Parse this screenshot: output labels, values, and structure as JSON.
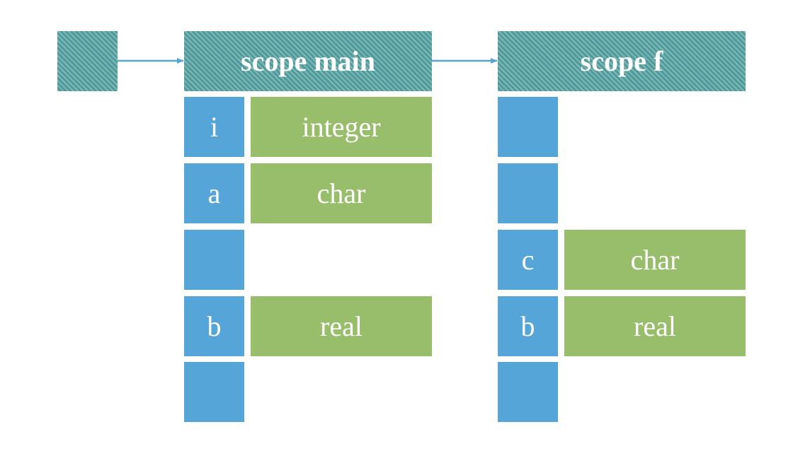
{
  "colors": {
    "header": "#4f9b9b",
    "name_cell": "#56a5d8",
    "type_cell": "#98bd6b",
    "arrow": "#56a5d8"
  },
  "scopes": [
    {
      "title": "scope main",
      "rows": [
        {
          "name": "i",
          "type": "integer"
        },
        {
          "name": "a",
          "type": "char"
        },
        {
          "name": "",
          "type": null
        },
        {
          "name": "b",
          "type": "real"
        },
        {
          "name": "",
          "type": null
        }
      ]
    },
    {
      "title": "scope f",
      "rows": [
        {
          "name": "",
          "type": null
        },
        {
          "name": "",
          "type": null
        },
        {
          "name": "c",
          "type": "char"
        },
        {
          "name": "b",
          "type": "real"
        },
        {
          "name": "",
          "type": null
        }
      ]
    }
  ]
}
